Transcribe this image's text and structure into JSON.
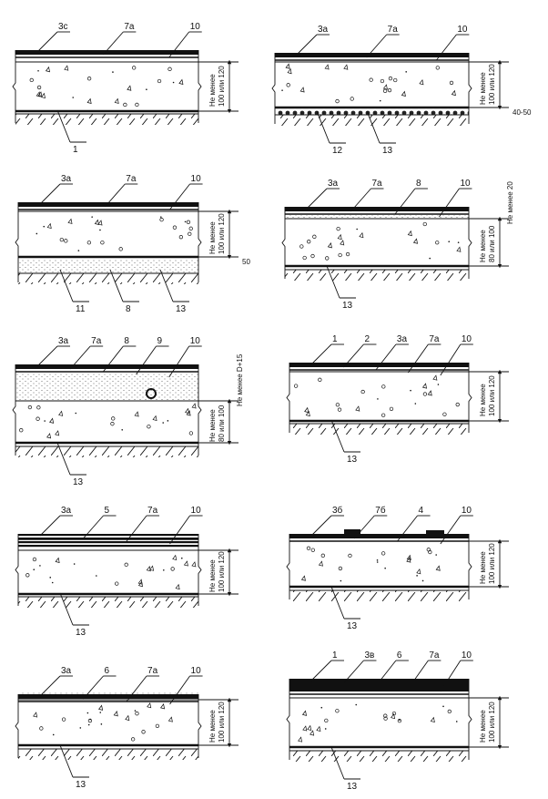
{
  "panels": [
    {
      "id": "p1",
      "callouts": [
        "3с",
        "7а",
        "10"
      ],
      "bottom_callouts": [
        "1"
      ],
      "dimension_labels": [
        "Не менее",
        "100 или 120"
      ]
    },
    {
      "id": "p2",
      "callouts": [
        "3а",
        "7а",
        "10"
      ],
      "bottom_callouts": [
        "12",
        "13"
      ],
      "dimension_labels": [
        "Не менее",
        "100 или 120"
      ],
      "side_label": "40-50"
    },
    {
      "id": "p3",
      "callouts": [
        "3а",
        "7а",
        "10"
      ],
      "bottom_callouts": [
        "11",
        "8",
        "13"
      ],
      "dimension_labels": [
        "Не менее",
        "100 или 120"
      ],
      "side_label": "50"
    },
    {
      "id": "p4",
      "callouts": [
        "3а",
        "7а",
        "8",
        "10"
      ],
      "bottom_callouts": [
        "13"
      ],
      "dimension_labels": [
        "Не менее",
        "80 или 100"
      ],
      "side_label": "Не менее 20"
    },
    {
      "id": "p5",
      "callouts": [
        "3а",
        "7а",
        "8",
        "9",
        "10"
      ],
      "bottom_callouts": [
        "13"
      ],
      "dimension_labels": [
        "Не менее",
        "80 или 100"
      ],
      "side_label": "Не менее D+15"
    },
    {
      "id": "p6",
      "callouts": [
        "1",
        "2",
        "3а",
        "7а",
        "10"
      ],
      "bottom_callouts": [
        "13"
      ],
      "dimension_labels": [
        "Не менее",
        "100 или 120"
      ]
    },
    {
      "id": "p7",
      "callouts": [
        "3а",
        "5",
        "7а",
        "10"
      ],
      "bottom_callouts": [
        "13"
      ],
      "dimension_labels": [
        "Не менее",
        "100 или 120"
      ]
    },
    {
      "id": "p8",
      "callouts": [
        "3б",
        "7б",
        "4",
        "10"
      ],
      "bottom_callouts": [
        "13"
      ],
      "dimension_labels": [
        "Не менее",
        "100 или 120"
      ]
    },
    {
      "id": "p9",
      "callouts": [
        "3а",
        "6",
        "7а",
        "10"
      ],
      "bottom_callouts": [
        "13"
      ],
      "dimension_labels": [
        "Не менее",
        "100 или 120"
      ]
    },
    {
      "id": "p10",
      "callouts": [
        "1",
        "3в",
        "6",
        "7а",
        "10"
      ],
      "bottom_callouts": [
        "13"
      ],
      "dimension_labels": [
        "Не менее",
        "100 или 120"
      ]
    }
  ]
}
